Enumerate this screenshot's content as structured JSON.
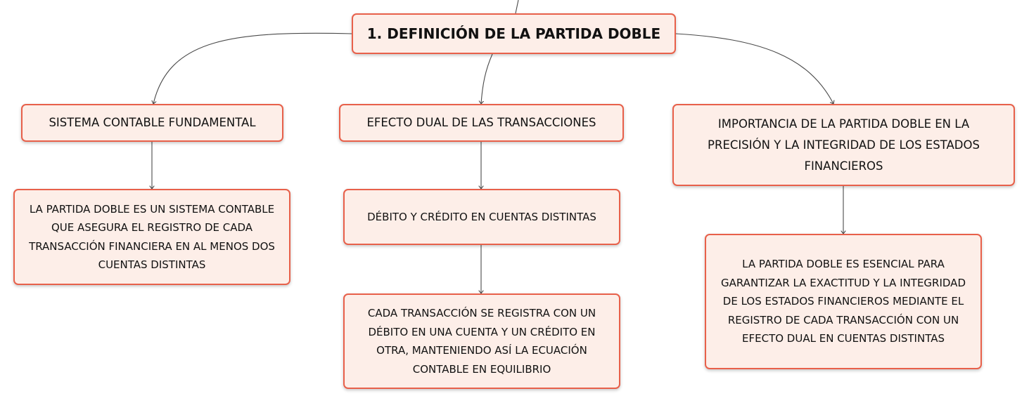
{
  "root": {
    "label": "1. DEFINICIÓN DE LA PARTIDA DOBLE"
  },
  "branches": {
    "sistema": {
      "title": "SISTEMA CONTABLE FUNDAMENTAL",
      "detail": "LA PARTIDA DOBLE ES UN SISTEMA CONTABLE QUE ASEGURA EL REGISTRO DE CADA TRANSACCIÓN FINANCIERA EN AL MENOS DOS CUENTAS DISTINTAS"
    },
    "efecto": {
      "title": "EFECTO DUAL DE LAS TRANSACCIONES",
      "child": "DÉBITO Y CRÉDITO EN CUENTAS DISTINTAS",
      "grandchild": "CADA TRANSACCIÓN SE REGISTRA CON UN DÉBITO EN UNA CUENTA Y UN CRÉDITO EN OTRA, MANTENIENDO ASÍ LA ECUACIÓN CONTABLE EN EQUILIBRIO"
    },
    "importancia": {
      "title": "IMPORTANCIA DE LA PARTIDA DOBLE EN LA PRECISIÓN Y LA INTEGRIDAD DE LOS ESTADOS FINANCIEROS",
      "detail": "LA PARTIDA DOBLE ES ESENCIAL PARA GARANTIZAR LA EXACTITUD Y LA INTEGRIDAD DE LOS ESTADOS FINANCIEROS MEDIANTE EL REGISTRO DE CADA TRANSACCIÓN CON UN EFECTO DUAL EN CUENTAS DISTINTAS"
    }
  },
  "colors": {
    "node_fill": "#fdeee8",
    "node_border": "#e8604a",
    "connector": "#4a4a4a",
    "text": "#111111"
  }
}
